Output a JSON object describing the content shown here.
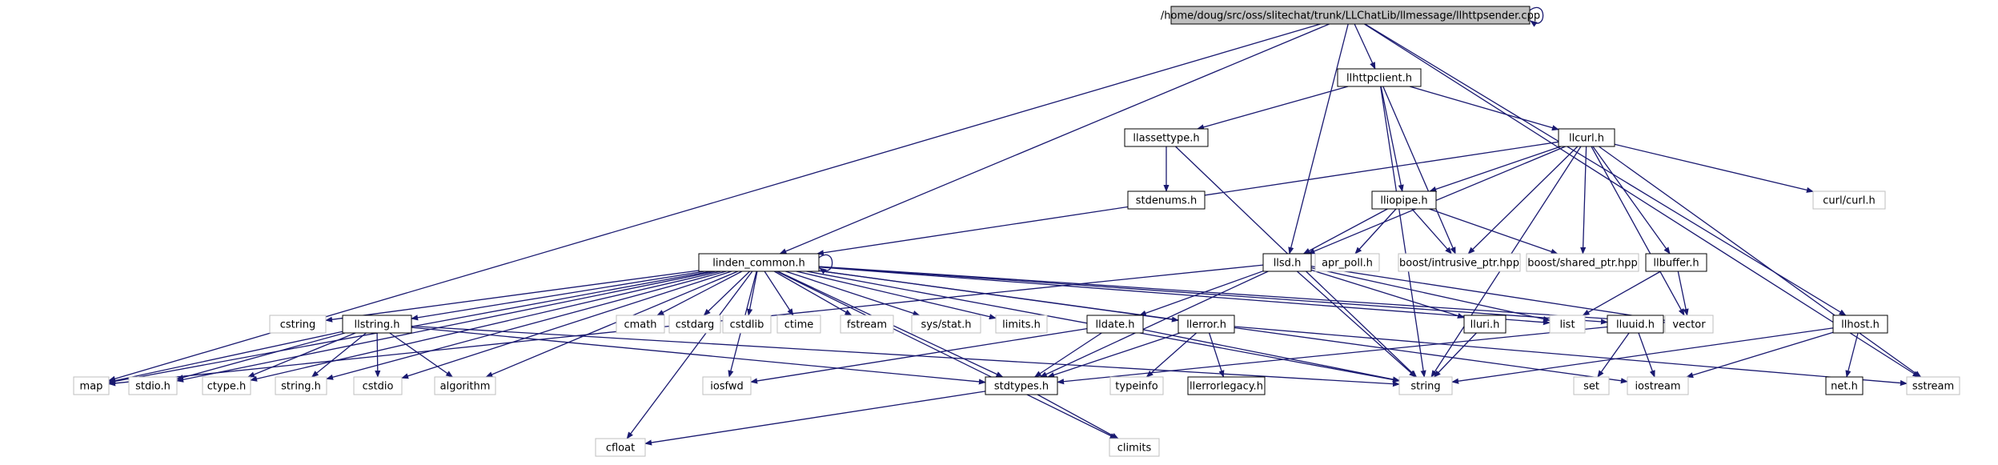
{
  "colors": {
    "edge": "#191970",
    "box_border": "#000000",
    "box_border_system": "#bfbfbf",
    "root_fill": "#bfbfbf",
    "fill": "#ffffff"
  },
  "nodes": [
    {
      "id": "root",
      "label": "/home/doug/src/oss/slitechat/trunk/LLChatLib/llmessage/llhttpsender.cpp",
      "kind": "root"
    },
    {
      "id": "llhttpclient",
      "label": "llhttpclient.h",
      "kind": "header"
    },
    {
      "id": "llassettype",
      "label": "llassettype.h",
      "kind": "header"
    },
    {
      "id": "stdenums",
      "label": "stdenums.h",
      "kind": "header"
    },
    {
      "id": "llcurl",
      "label": "llcurl.h",
      "kind": "header"
    },
    {
      "id": "lliopipe",
      "label": "lliopipe.h",
      "kind": "header"
    },
    {
      "id": "linden_common",
      "label": "linden_common.h",
      "kind": "header"
    },
    {
      "id": "llsd",
      "label": "llsd.h",
      "kind": "header"
    },
    {
      "id": "llbuffer",
      "label": "llbuffer.h",
      "kind": "header"
    },
    {
      "id": "llhost",
      "label": "llhost.h",
      "kind": "header"
    },
    {
      "id": "llstring",
      "label": "llstring.h",
      "kind": "header"
    },
    {
      "id": "lldate",
      "label": "lldate.h",
      "kind": "header"
    },
    {
      "id": "llerror",
      "label": "llerror.h",
      "kind": "header"
    },
    {
      "id": "lluri",
      "label": "lluri.h",
      "kind": "header"
    },
    {
      "id": "lluuid",
      "label": "lluuid.h",
      "kind": "header"
    },
    {
      "id": "stdtypes",
      "label": "stdtypes.h",
      "kind": "header"
    },
    {
      "id": "llerrorlegacy",
      "label": "llerrorlegacy.h",
      "kind": "header"
    },
    {
      "id": "nethdr",
      "label": "net.h",
      "kind": "header"
    },
    {
      "id": "curl",
      "label": "curl/curl.h",
      "kind": "system"
    },
    {
      "id": "apr_poll",
      "label": "apr_poll.h",
      "kind": "system"
    },
    {
      "id": "intrusive",
      "label": "boost/intrusive_ptr.hpp",
      "kind": "system"
    },
    {
      "id": "shared",
      "label": "boost/shared_ptr.hpp",
      "kind": "system"
    },
    {
      "id": "cstring",
      "label": "cstring",
      "kind": "system"
    },
    {
      "id": "cmath",
      "label": "cmath",
      "kind": "system"
    },
    {
      "id": "cstdarg",
      "label": "cstdarg",
      "kind": "system"
    },
    {
      "id": "cstdlib",
      "label": "cstdlib",
      "kind": "system"
    },
    {
      "id": "ctime",
      "label": "ctime",
      "kind": "system"
    },
    {
      "id": "fstream",
      "label": "fstream",
      "kind": "system"
    },
    {
      "id": "sysstat",
      "label": "sys/stat.h",
      "kind": "system"
    },
    {
      "id": "limits",
      "label": "limits.h",
      "kind": "system"
    },
    {
      "id": "list",
      "label": "list",
      "kind": "system"
    },
    {
      "id": "vector",
      "label": "vector",
      "kind": "system"
    },
    {
      "id": "map",
      "label": "map",
      "kind": "system"
    },
    {
      "id": "stdio",
      "label": "stdio.h",
      "kind": "system"
    },
    {
      "id": "ctype",
      "label": "ctype.h",
      "kind": "system"
    },
    {
      "id": "stringh",
      "label": "string.h",
      "kind": "system"
    },
    {
      "id": "cstdio",
      "label": "cstdio",
      "kind": "system"
    },
    {
      "id": "algorithm",
      "label": "algorithm",
      "kind": "system"
    },
    {
      "id": "iosfwd",
      "label": "iosfwd",
      "kind": "system"
    },
    {
      "id": "typeinfo",
      "label": "typeinfo",
      "kind": "system"
    },
    {
      "id": "string",
      "label": "string",
      "kind": "system"
    },
    {
      "id": "set",
      "label": "set",
      "kind": "system"
    },
    {
      "id": "iostream",
      "label": "iostream",
      "kind": "system"
    },
    {
      "id": "sstream",
      "label": "sstream",
      "kind": "system"
    },
    {
      "id": "cfloat",
      "label": "cfloat",
      "kind": "system"
    },
    {
      "id": "climits",
      "label": "climits",
      "kind": "system"
    }
  ],
  "edges": [
    [
      "root",
      "root"
    ],
    [
      "root",
      "llhttpclient"
    ],
    [
      "root",
      "linden_common"
    ],
    [
      "root",
      "llsd"
    ],
    [
      "root",
      "map"
    ],
    [
      "root",
      "llhost"
    ],
    [
      "root",
      "sstream"
    ],
    [
      "llhttpclient",
      "llassettype"
    ],
    [
      "llhttpclient",
      "llcurl"
    ],
    [
      "llhttpclient",
      "lliopipe"
    ],
    [
      "llhttpclient",
      "intrusive"
    ],
    [
      "llhttpclient",
      "string"
    ],
    [
      "llassettype",
      "stdenums"
    ],
    [
      "llassettype",
      "string"
    ],
    [
      "llcurl",
      "linden_common"
    ],
    [
      "llcurl",
      "lliopipe"
    ],
    [
      "llcurl",
      "llsd"
    ],
    [
      "llcurl",
      "intrusive"
    ],
    [
      "llcurl",
      "shared"
    ],
    [
      "llcurl",
      "llbuffer"
    ],
    [
      "llcurl",
      "curl"
    ],
    [
      "llcurl",
      "vector"
    ],
    [
      "llcurl",
      "string"
    ],
    [
      "llcurl",
      "sstream"
    ],
    [
      "lliopipe",
      "llsd"
    ],
    [
      "lliopipe",
      "apr_poll"
    ],
    [
      "lliopipe",
      "intrusive"
    ],
    [
      "lliopipe",
      "shared"
    ],
    [
      "llbuffer",
      "list"
    ],
    [
      "llbuffer",
      "vector"
    ],
    [
      "llsd",
      "lldate"
    ],
    [
      "llsd",
      "lluri"
    ],
    [
      "llsd",
      "list"
    ],
    [
      "llsd",
      "vector"
    ],
    [
      "llsd",
      "map"
    ],
    [
      "llsd",
      "string"
    ],
    [
      "llsd",
      "stdtypes"
    ],
    [
      "linden_common",
      "linden_common"
    ],
    [
      "linden_common",
      "cstring"
    ],
    [
      "linden_common",
      "cmath"
    ],
    [
      "linden_common",
      "cstdarg"
    ],
    [
      "linden_common",
      "cstdlib"
    ],
    [
      "linden_common",
      "ctime"
    ],
    [
      "linden_common",
      "fstream"
    ],
    [
      "linden_common",
      "sysstat"
    ],
    [
      "linden_common",
      "limits"
    ],
    [
      "linden_common",
      "llstring"
    ],
    [
      "linden_common",
      "lluuid"
    ],
    [
      "linden_common",
      "llerror"
    ],
    [
      "linden_common",
      "list"
    ],
    [
      "linden_common",
      "vector"
    ],
    [
      "linden_common",
      "map"
    ],
    [
      "linden_common",
      "stdio"
    ],
    [
      "linden_common",
      "ctype"
    ],
    [
      "linden_common",
      "stringh"
    ],
    [
      "linden_common",
      "cstdio"
    ],
    [
      "linden_common",
      "algorithm"
    ],
    [
      "linden_common",
      "iosfwd"
    ],
    [
      "linden_common",
      "stdtypes"
    ],
    [
      "linden_common",
      "string"
    ],
    [
      "linden_common",
      "cfloat"
    ],
    [
      "linden_common",
      "climits"
    ],
    [
      "linden_common",
      "iostream"
    ],
    [
      "llstring",
      "map"
    ],
    [
      "llstring",
      "stdio"
    ],
    [
      "llstring",
      "ctype"
    ],
    [
      "llstring",
      "stringh"
    ],
    [
      "llstring",
      "cstdio"
    ],
    [
      "llstring",
      "algorithm"
    ],
    [
      "llstring",
      "stdtypes"
    ],
    [
      "llstring",
      "string"
    ],
    [
      "lldate",
      "iosfwd"
    ],
    [
      "lldate",
      "string"
    ],
    [
      "lldate",
      "stdtypes"
    ],
    [
      "llerror",
      "typeinfo"
    ],
    [
      "llerror",
      "llerrorlegacy"
    ],
    [
      "llerror",
      "stdtypes"
    ],
    [
      "llerror",
      "sstream"
    ],
    [
      "lluri",
      "string"
    ],
    [
      "lluuid",
      "set"
    ],
    [
      "lluuid",
      "iostream"
    ],
    [
      "lluuid",
      "stdtypes"
    ],
    [
      "llhost",
      "nethdr"
    ],
    [
      "llhost",
      "string"
    ],
    [
      "llhost",
      "iostream"
    ],
    [
      "stdtypes",
      "cfloat"
    ],
    [
      "stdtypes",
      "climits"
    ]
  ]
}
